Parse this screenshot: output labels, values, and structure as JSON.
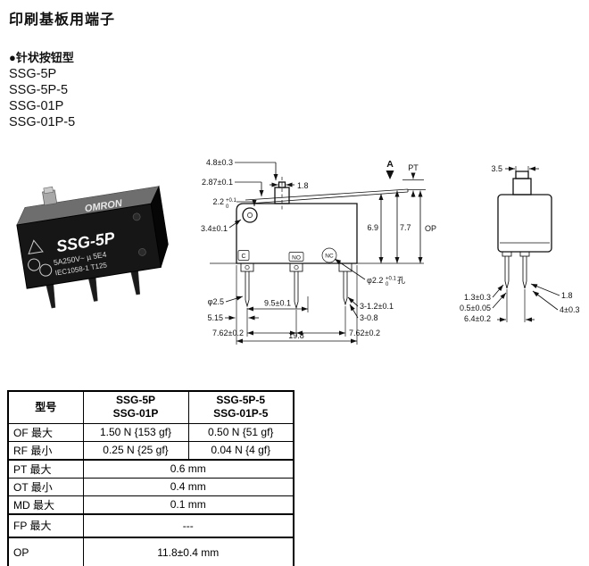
{
  "page": {
    "title": "印刷基板用端子",
    "bullet": "●针状按钮型",
    "models": [
      "SSG-5P",
      "SSG-5P-5",
      "SSG-01P",
      "SSG-01P-5"
    ]
  },
  "photo": {
    "brand": "OMRON",
    "model": "SSG-5P",
    "rating": "5A250V~ µ 5E4",
    "cert": "IEC1058-1 T125"
  },
  "front_view": {
    "dim_48": "4.8±0.3",
    "dim_287": "2.87±0.1",
    "dim_22": "2.2",
    "tol_sup": "+0.1",
    "tol_sub": "0",
    "dim_18_top": "1.8",
    "dim_34": "3.4±0.1",
    "dim_69": "6.9",
    "dim_77": "7.7",
    "label_pt": "PT",
    "label_op": "OP",
    "label_a": "A",
    "hole_dia": "φ2.2",
    "hole_sup": "+0.1",
    "hole_sub": "0",
    "hole_suffix": "孔",
    "dim_pin_dia": "φ2.5",
    "dim_515": "5.15",
    "dim_762_left": "7.62±0.2",
    "dim_95": "9.5±0.1",
    "dim_3_12": "3-1.2±0.1",
    "dim_3_08": "3-0.8",
    "dim_198": "19.8",
    "dim_762_right": "7.62±0.2",
    "term_c": "C",
    "term_no": "NO",
    "term_nc": "NC"
  },
  "side_view": {
    "dim_35": "3.5",
    "dim_13": "1.3±0.3",
    "dim_05": "0.5±0.05",
    "dim_64": "6.4±0.2",
    "dim_18": "1.8",
    "dim_4": "4±0.3"
  },
  "table": {
    "header": {
      "col1": "型号",
      "col2_line1": "SSG-5P",
      "col2_line2": "SSG-01P",
      "col3_line1": "SSG-5P-5",
      "col3_line2": "SSG-01P-5"
    },
    "rows": {
      "of": {
        "label": "OF 最大",
        "v1": "1.50 N {153 gf}",
        "v2": "0.50 N {51 gf}"
      },
      "rf": {
        "label": "RF 最小",
        "v1": "0.25 N {25 gf}",
        "v2": "0.04 N {4 gf}"
      },
      "pt": {
        "label": "PT 最大",
        "v": "0.6 mm"
      },
      "ot": {
        "label": "OT 最小",
        "v": "0.4 mm"
      },
      "md": {
        "label": "MD 最大",
        "v": "0.1 mm"
      },
      "fp": {
        "label": "FP 最大",
        "v": "---"
      },
      "op": {
        "label": "OP",
        "v": "11.8±0.4 mm"
      }
    }
  }
}
